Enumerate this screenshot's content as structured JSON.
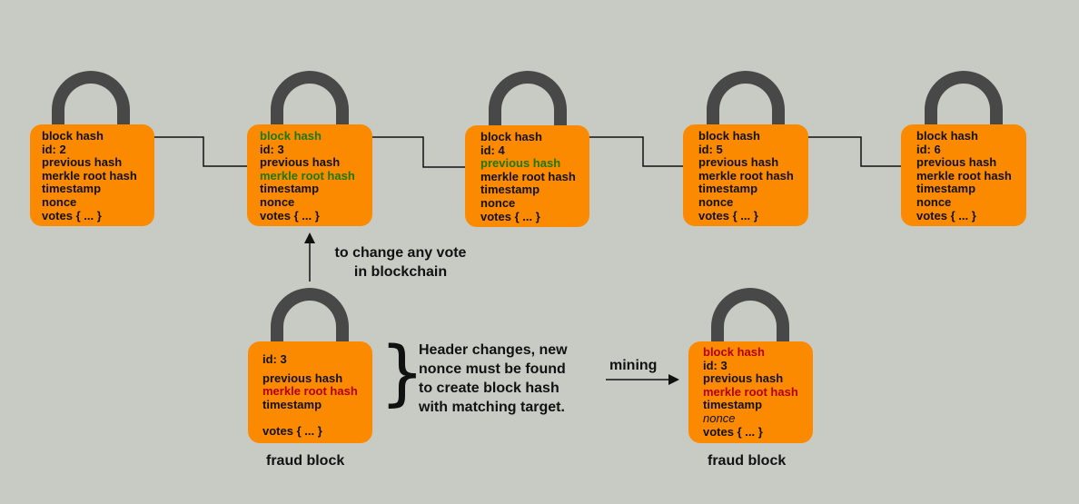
{
  "chain": [
    {
      "block_hash": "block hash",
      "id": "id: 2",
      "previous_hash": "previous hash",
      "merkle_root_hash": "merkle root hash",
      "timestamp": "timestamp",
      "nonce": "nonce",
      "votes": "votes { ... }"
    },
    {
      "block_hash": "block hash",
      "id": "id: 3",
      "previous_hash": "previous hash",
      "merkle_root_hash": "merkle root hash",
      "timestamp": "timestamp",
      "nonce": "nonce",
      "votes": "votes { ... }"
    },
    {
      "block_hash": "block hash",
      "id": "id: 4",
      "previous_hash": "previous hash",
      "merkle_root_hash": "merkle root hash",
      "timestamp": "timestamp",
      "nonce": "nonce",
      "votes": "votes { ... }"
    },
    {
      "block_hash": "block hash",
      "id": "id: 5",
      "previous_hash": "previous hash",
      "merkle_root_hash": "merkle root hash",
      "timestamp": "timestamp",
      "nonce": "nonce",
      "votes": "votes { ... }"
    },
    {
      "block_hash": "block hash",
      "id": "id: 6",
      "previous_hash": "previous hash",
      "merkle_root_hash": "merkle root hash",
      "timestamp": "timestamp",
      "nonce": "nonce",
      "votes": "votes { ... }"
    }
  ],
  "fraud_block": {
    "id": "id: 3",
    "previous_hash": "previous hash",
    "merkle_root_hash": "merkle root hash",
    "timestamp": "timestamp",
    "votes": "votes { ... }",
    "caption": "fraud block"
  },
  "mined_block": {
    "block_hash": "block hash",
    "id": "id: 3",
    "previous_hash": "previous hash",
    "merkle_root_hash": "merkle root hash",
    "timestamp": "timestamp",
    "nonce": "nonce",
    "votes": "votes { ... }",
    "caption": "fraud block"
  },
  "notes": {
    "change_vote_line1": "to change any vote",
    "change_vote_line2": "in blockchain",
    "header_line1": "Header changes, new",
    "header_line2": "nonce must be found",
    "header_line3": "to create block hash",
    "header_line4": "with matching target.",
    "mining": "mining"
  },
  "colors": {
    "lock_body": "#fb8a00",
    "shackle": "#484848",
    "background": "#c8cbc4",
    "changed_green": "#1a7a00",
    "changed_red": "#b30000"
  }
}
